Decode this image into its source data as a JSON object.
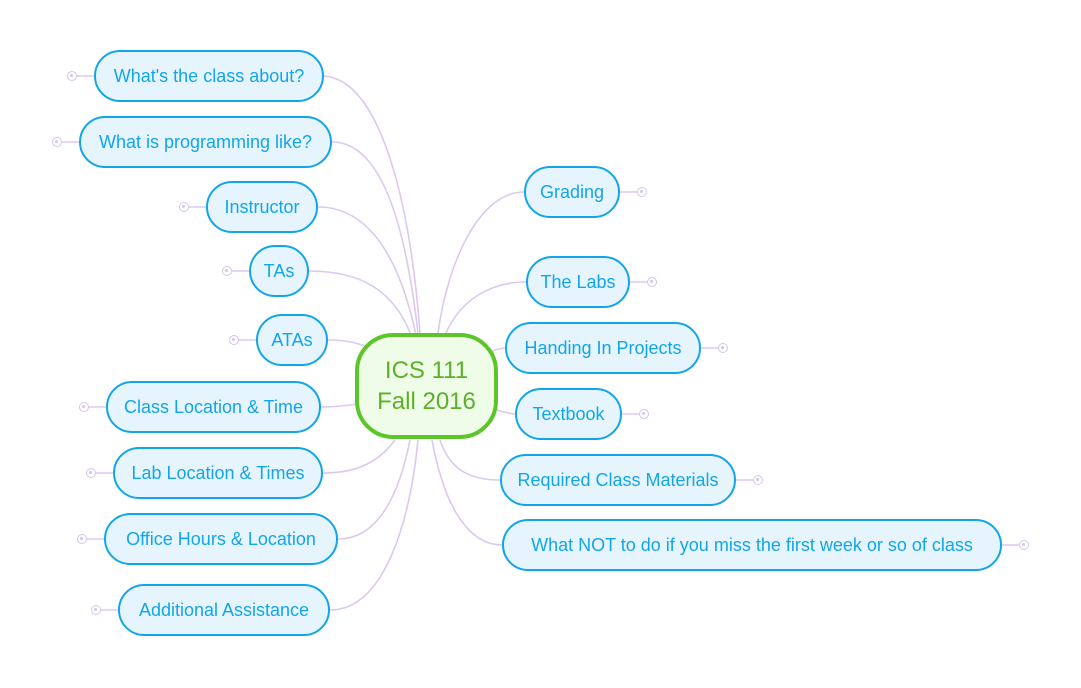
{
  "mindmap": {
    "root": {
      "line1": "ICS 111",
      "line2": "Fall 2016"
    },
    "left_topics": [
      {
        "label": "What's the class about?"
      },
      {
        "label": "What is programming like?"
      },
      {
        "label": "Instructor"
      },
      {
        "label": "TAs"
      },
      {
        "label": "ATAs"
      },
      {
        "label": "Class Location & Time"
      },
      {
        "label": "Lab Location & Times"
      },
      {
        "label": "Office Hours & Location"
      },
      {
        "label": "Additional Assistance"
      }
    ],
    "right_topics": [
      {
        "label": "Grading"
      },
      {
        "label": "The Labs"
      },
      {
        "label": "Handing In Projects"
      },
      {
        "label": "Textbook"
      },
      {
        "label": "Required Class Materials"
      },
      {
        "label": "What NOT to do if you miss the first week or so of class"
      }
    ],
    "colors": {
      "root_border": "#5cc52a",
      "root_fill": "#effce8",
      "root_text": "#5cb02a",
      "topic_border": "#12a5ea",
      "topic_fill": "#e6f5fd",
      "topic_text": "#12a5ea",
      "connector": "#dcc8f0"
    }
  }
}
